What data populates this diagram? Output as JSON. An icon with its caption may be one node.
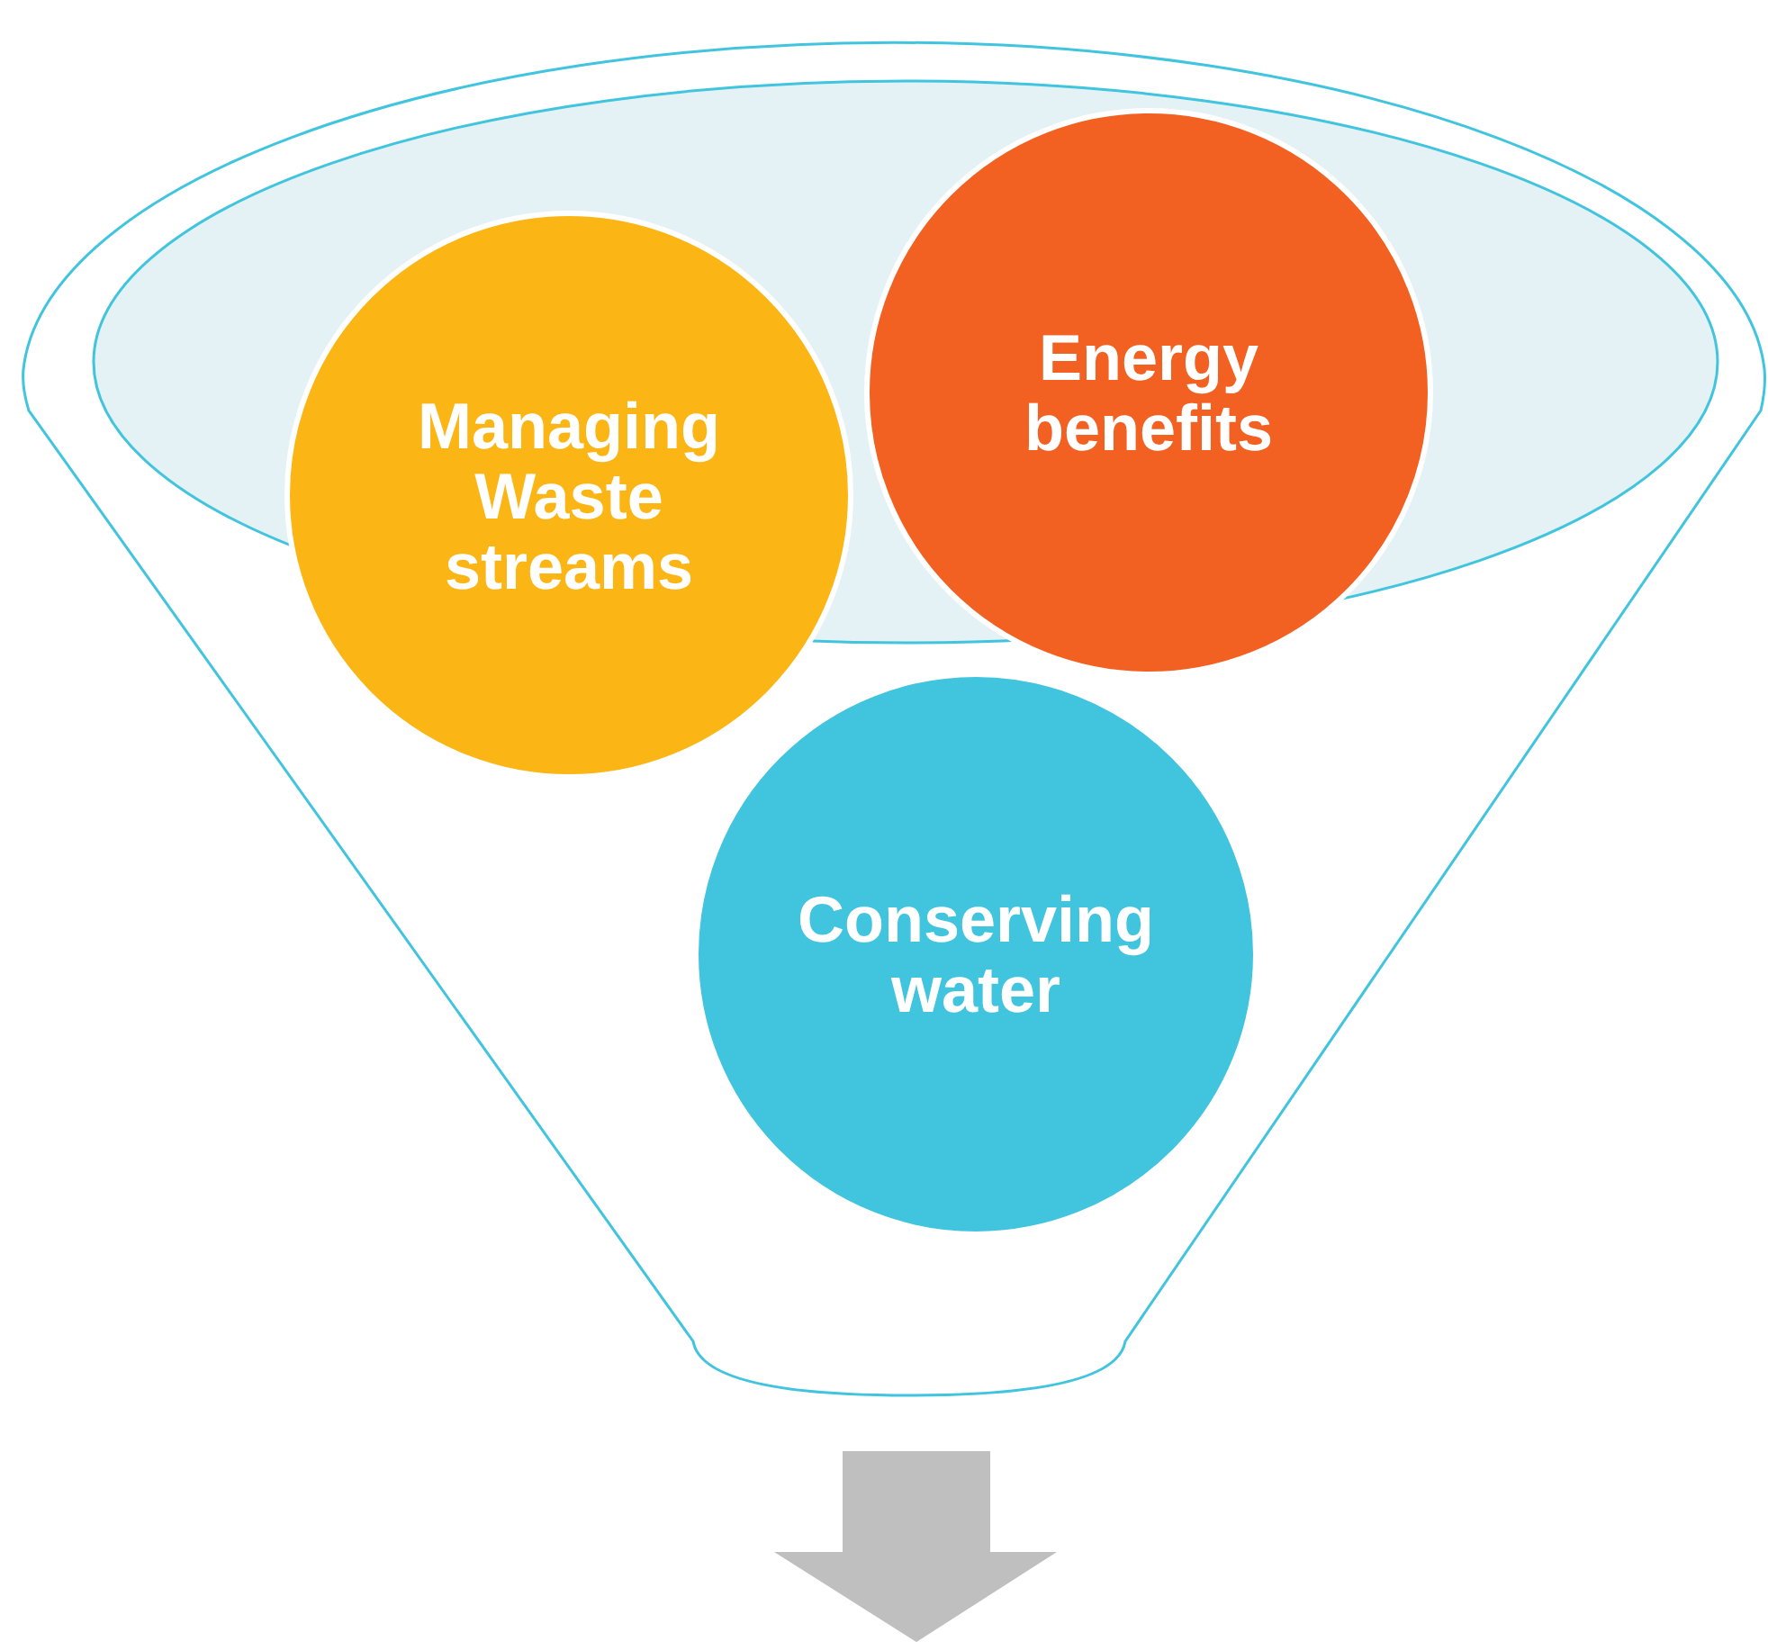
{
  "diagram": {
    "nodes": [
      {
        "text": [],
        "shape": "funnel"
      },
      {
        "text": [
          "Managing Waste streams"
        ],
        "in": 0
      },
      {
        "text": [
          "Energy benefits"
        ],
        "in": 0
      },
      {
        "text": [
          "Conserving water"
        ],
        "in": 0
      }
    ]
  }
}
